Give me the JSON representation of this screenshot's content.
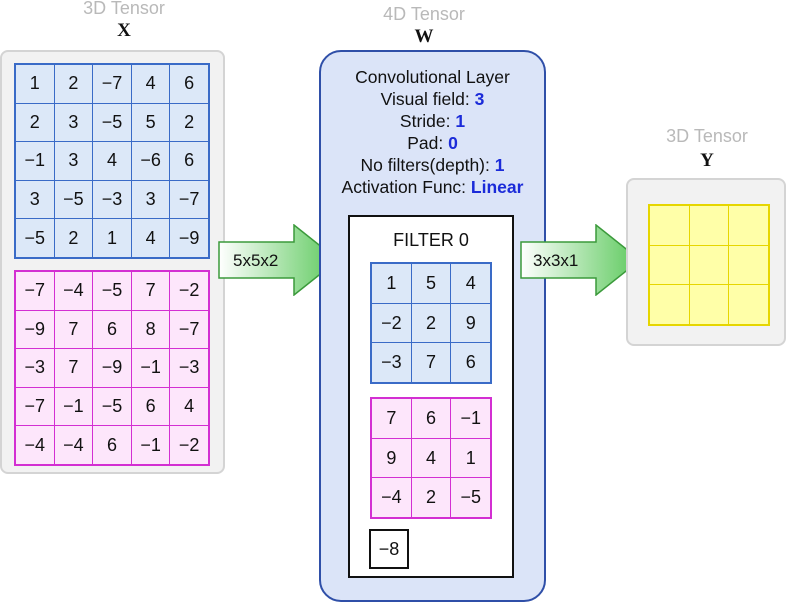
{
  "input": {
    "caption": "3D Tensor",
    "name": "X",
    "size_label": "5x5x2",
    "channels": [
      [
        [
          "1",
          "2",
          "−7",
          "4",
          "6"
        ],
        [
          "2",
          "3",
          "−5",
          "5",
          "2"
        ],
        [
          "−1",
          "3",
          "4",
          "−6",
          "6"
        ],
        [
          "3",
          "−5",
          "−3",
          "3",
          "−7"
        ],
        [
          "−5",
          "2",
          "1",
          "4",
          "−9"
        ]
      ],
      [
        [
          "−7",
          "−4",
          "−5",
          "7",
          "−2"
        ],
        [
          "−9",
          "7",
          "6",
          "8",
          "−7"
        ],
        [
          "−3",
          "7",
          "−9",
          "−1",
          "−3"
        ],
        [
          "−7",
          "−1",
          "−5",
          "6",
          "4"
        ],
        [
          "−4",
          "−4",
          "6",
          "−1",
          "−2"
        ]
      ]
    ]
  },
  "layer": {
    "caption": "4D Tensor",
    "name": "W",
    "title": "Convolutional Layer",
    "params": [
      {
        "label": "Visual field:",
        "value": "3"
      },
      {
        "label": "Stride:",
        "value": "1"
      },
      {
        "label": "Pad:",
        "value": "0"
      },
      {
        "label": "No filters(depth):",
        "value": "1"
      },
      {
        "label": "Activation Func:",
        "value": "Linear"
      }
    ],
    "filter": {
      "title": "FILTER 0",
      "channels": [
        [
          [
            "1",
            "5",
            "4"
          ],
          [
            "−2",
            "2",
            "9"
          ],
          [
            "−3",
            "7",
            "6"
          ]
        ],
        [
          [
            "7",
            "6",
            "−1"
          ],
          [
            "9",
            "4",
            "1"
          ],
          [
            "−4",
            "2",
            "−5"
          ]
        ]
      ],
      "bias": "−8"
    }
  },
  "output": {
    "caption": "3D Tensor",
    "name": "Y",
    "size_label": "3x3x1",
    "cells": [
      [
        "",
        "",
        ""
      ],
      [
        "",
        "",
        ""
      ],
      [
        "",
        "",
        ""
      ]
    ]
  },
  "colors": {
    "channel_1": "#dce8f8",
    "channel_2": "#fde6fb",
    "output": "#ffffa8",
    "layer_panel": "#dbe4f8",
    "param_value": "#1b2bd9",
    "arrow": "#6bd16b"
  }
}
